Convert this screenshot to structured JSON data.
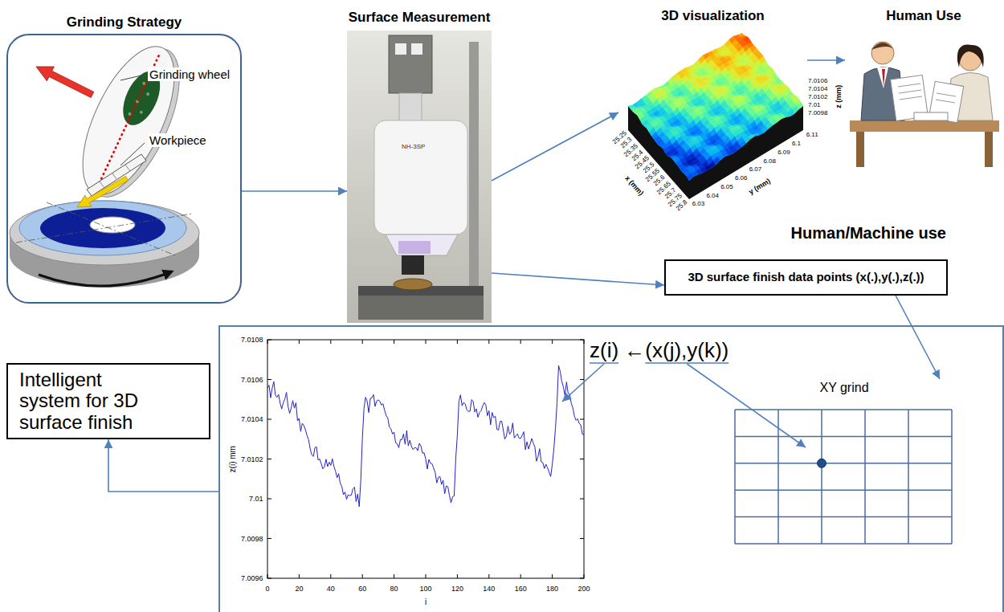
{
  "diagram": {
    "nodes": [
      {
        "text": [
          "Grinding Strategy"
        ]
      },
      {
        "text": [
          "Surface Measurement"
        ]
      },
      {
        "text": [
          "3D visualization"
        ]
      },
      {
        "text": [
          "Human Use"
        ]
      },
      {
        "text": [
          "Human/Machine use",
          "3D surface finish data points (x(.),y(.),z(.))"
        ]
      },
      {
        "text": [
          "z(i) ←(x(j),y(k))"
        ]
      },
      {
        "text": [
          "XY grind"
        ],
        "in": 5
      },
      {
        "text": [
          "Intelligent system for 3D surface finish"
        ]
      }
    ],
    "edges": [
      {
        "from": 0,
        "to": 1,
        "arrow": "to"
      },
      {
        "from": 1,
        "to": 2,
        "arrow": "to"
      },
      {
        "from": 2,
        "to": 3,
        "arrow": "to"
      },
      {
        "from": 1,
        "to": 4,
        "arrow": "to"
      },
      {
        "from": 4,
        "to": 6,
        "arrow": "to"
      },
      {
        "from": 5,
        "to": 7,
        "arrow": "to"
      }
    ],
    "labels": [
      "Grinding wheel",
      "Workpiece",
      "NH-3SP",
      "7.0106",
      "7.0104",
      "7.0102",
      "7.01",
      "7.0098",
      "z (mm)",
      "25.25",
      "25.3",
      "25.35",
      "25.4",
      "25.45",
      "25.5",
      "25.55",
      "25.6",
      "25.65",
      "25.7",
      "25.75",
      "25.8",
      "x (mm)",
      "6.03",
      "6.04",
      "6.05",
      "6.06",
      "6.07",
      "6.08",
      "6.09",
      "6.1",
      "6.11",
      "y (mm)",
      "7.0108",
      "7.0106",
      "7.0104",
      "7.0102",
      "7.01",
      "7.0098",
      "7.0096",
      "0",
      "20",
      "40",
      "60",
      "80",
      "100",
      "120",
      "140",
      "160",
      "180",
      "200",
      "z(i) mm",
      "i"
    ]
  }
}
